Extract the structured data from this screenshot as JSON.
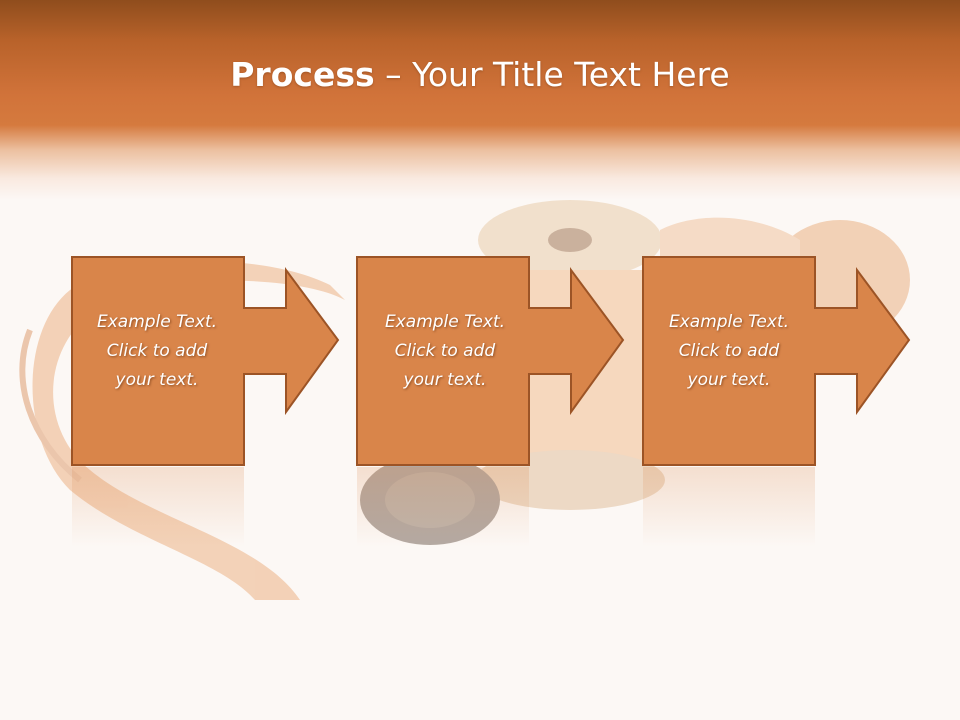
{
  "slide": {
    "title_bold": "Process",
    "title_rest": " – Your Title Text Here"
  },
  "steps": [
    {
      "lines": [
        "Example Text.",
        "Click  to add",
        "your text."
      ]
    },
    {
      "lines": [
        "Example Text.",
        "Click  to add",
        "your text."
      ]
    },
    {
      "lines": [
        "Example Text.",
        "Click  to add",
        "your text."
      ]
    }
  ],
  "colors": {
    "header_orange": "#d57a3e",
    "box_fill": "#d9854a",
    "box_border": "#9c5426",
    "text": "#ffffff"
  }
}
